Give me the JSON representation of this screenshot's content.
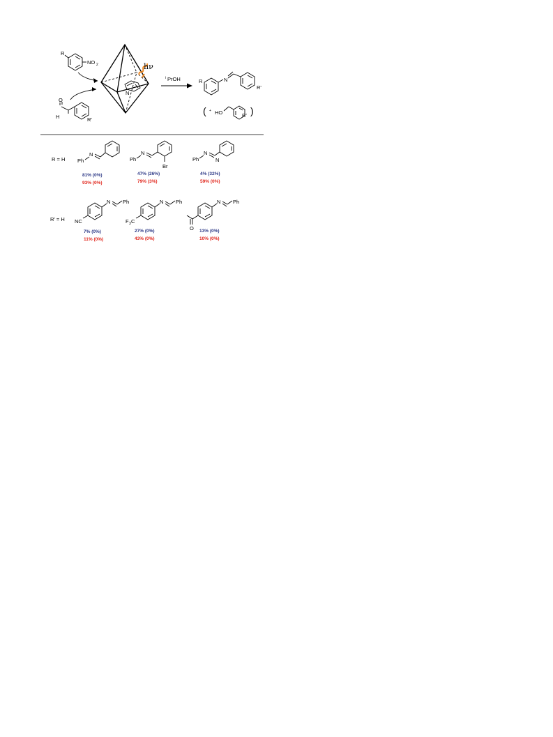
{
  "colors": {
    "series_1": "#2e3a87",
    "series_2": "#e1261c",
    "light": "#f08a24",
    "ink": "#000000"
  },
  "reaction": {
    "light_label": "hν",
    "solvent_label": "PrOH",
    "solvent_prefix": "i",
    "nitro_group": "NO",
    "nitro_sub": "2",
    "sub_R": "R",
    "sub_R_prime": "R'",
    "aldehyde_O": "O",
    "aldehyde_H": "H",
    "pyridine_N": "N",
    "product_N": "N",
    "side_product_plus": "+",
    "side_product_HO": "HO",
    "paren_open": "(",
    "paren_close": ")"
  },
  "substrates": {
    "row1_label": "R = H",
    "row2_label": "R' = H",
    "row1": [
      {
        "labels": [
          "Ph",
          "N"
        ],
        "yield1": "81% (0%)",
        "yield2": "93% (0%)"
      },
      {
        "labels": [
          "Ph",
          "N",
          "Br"
        ],
        "yield1": "47% (26%)",
        "yield2": "79% (3%)"
      },
      {
        "labels": [
          "Ph",
          "N",
          "N"
        ],
        "yield1": "4% (32%)",
        "yield2": "59% (0%)"
      }
    ],
    "row2": [
      {
        "labels": [
          "NC",
          "N",
          "Ph"
        ],
        "yield1": "7% (0%)",
        "yield2": "11% (0%)"
      },
      {
        "labels": [
          "F",
          "3",
          "C",
          "N",
          "Ph"
        ],
        "yield1": "27% (0%)",
        "yield2": "43% (0%)"
      },
      {
        "labels": [
          "O",
          "N",
          "Ph"
        ],
        "yield1": "13% (0%)",
        "yield2": "10% (0%)"
      }
    ]
  }
}
